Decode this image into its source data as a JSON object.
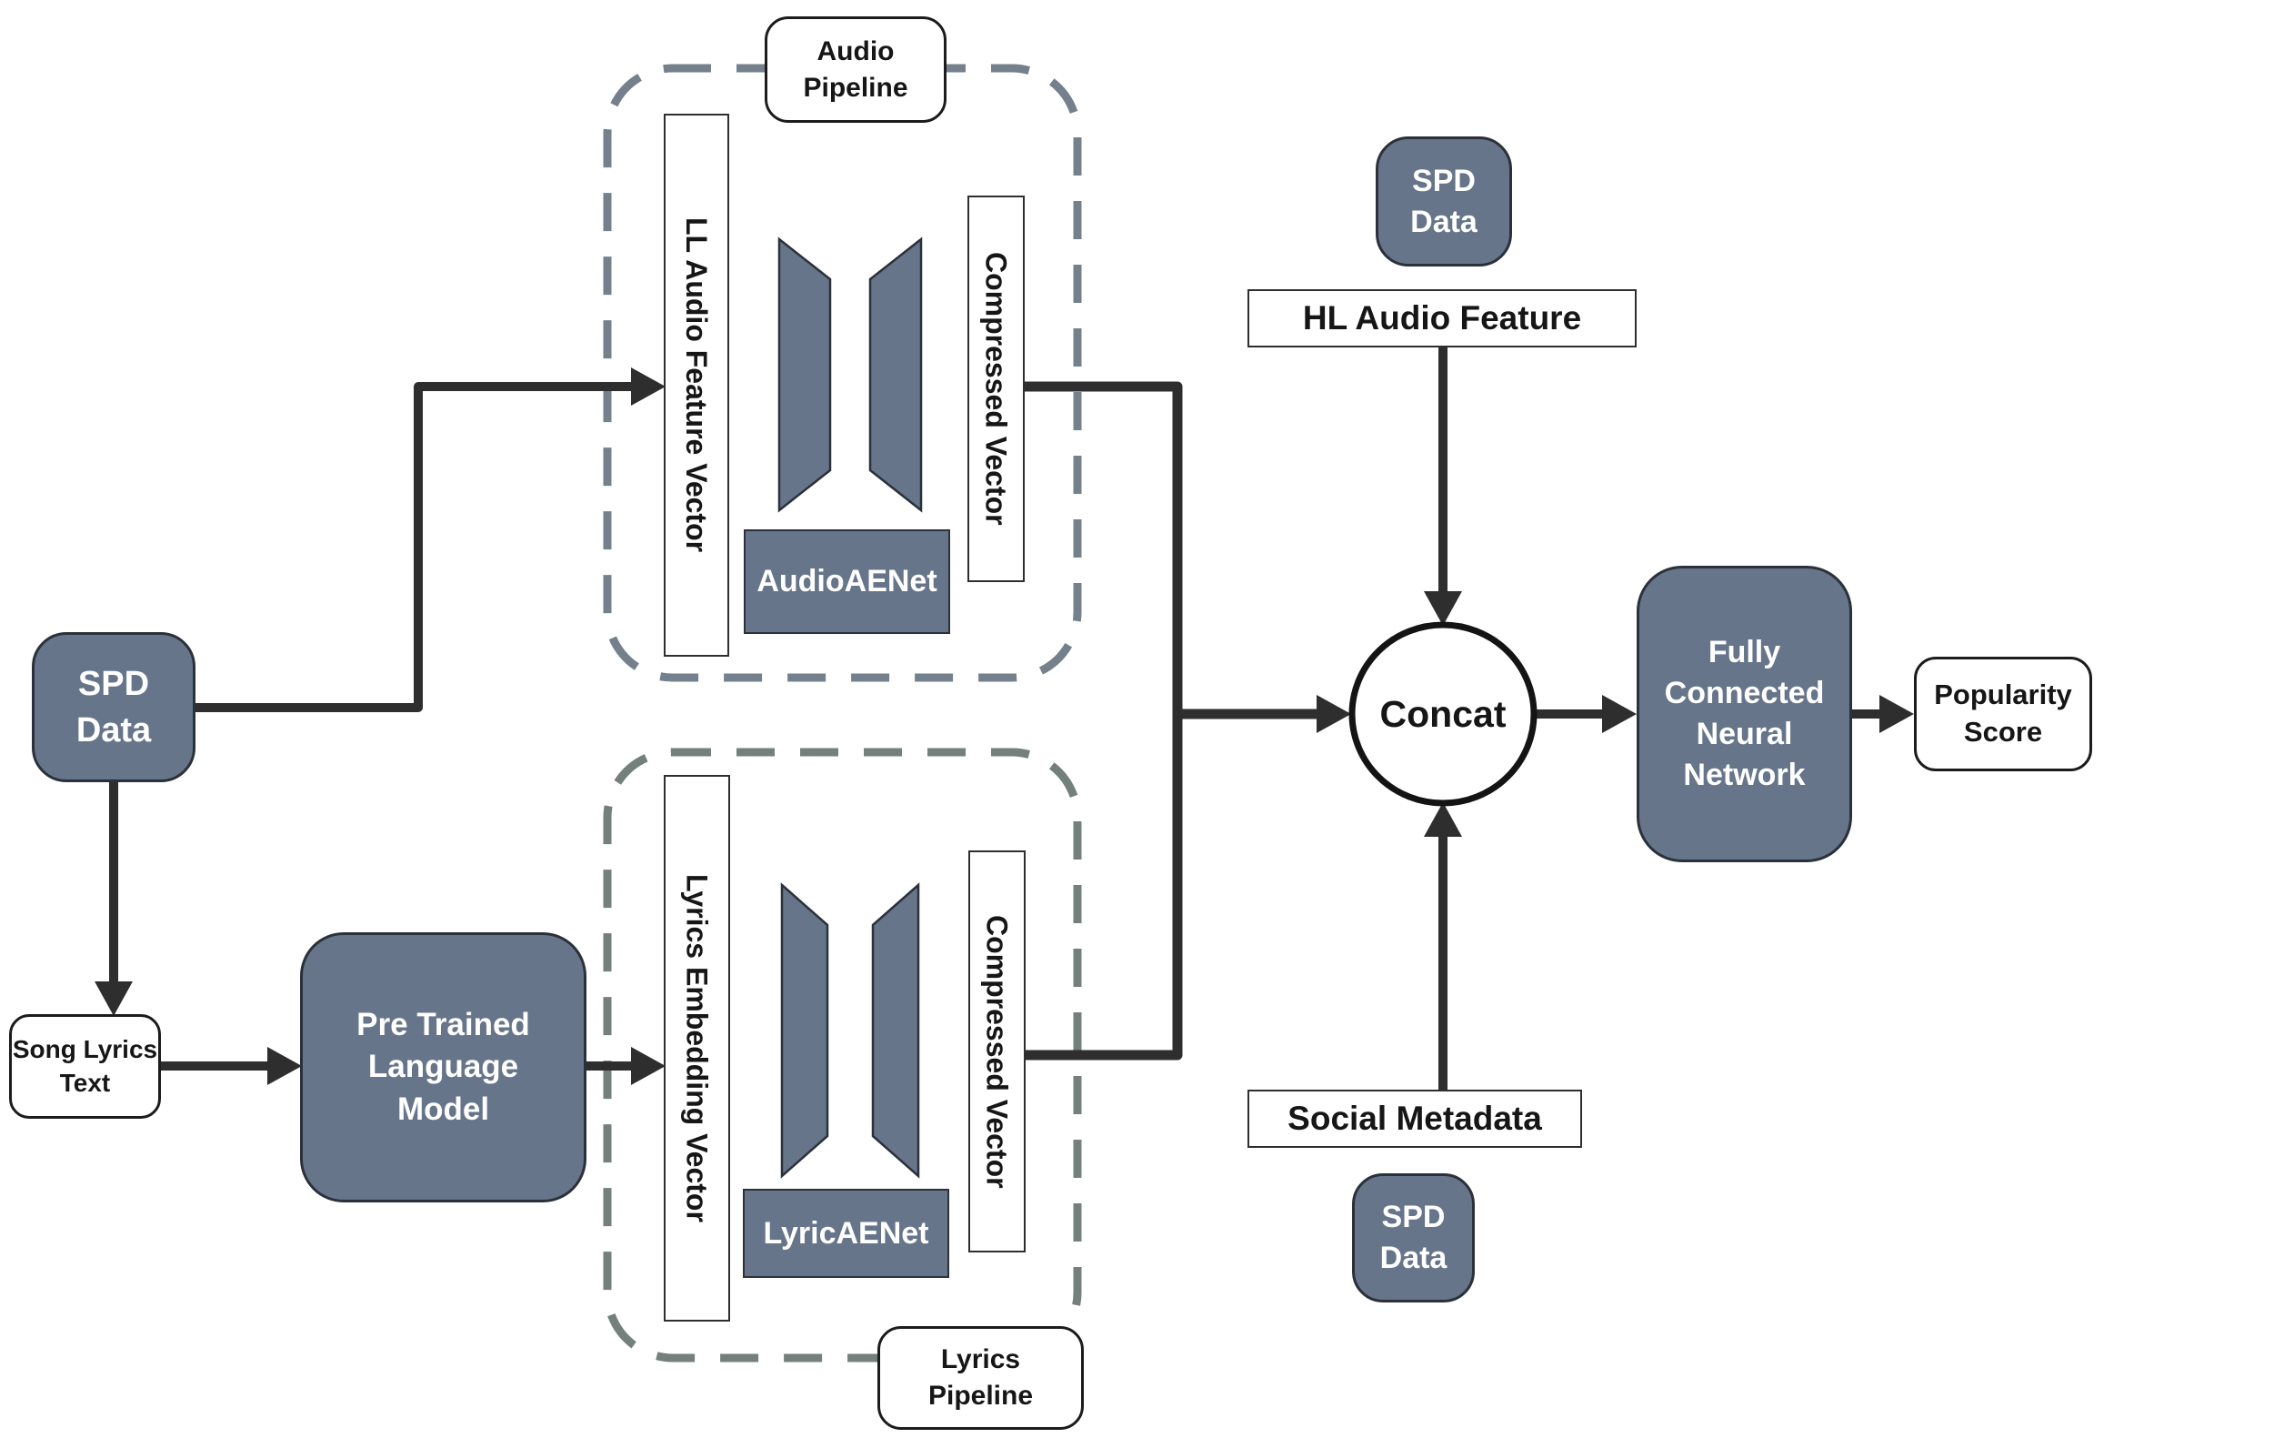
{
  "theme": {
    "slate": "#66758a",
    "slate-border": "#2b313a",
    "arrow": "#2e2e2e",
    "dash-audio": "#74808b",
    "dash-lyrics": "#73807b",
    "outline": "#1c1c1c",
    "text-dark": "#161616",
    "text-light": "#ffffff",
    "bg": "#ffffff"
  },
  "nodes": {
    "spd_left": "SPD\nData",
    "song_lyrics": "Song Lyrics\nText",
    "pre_trained_lm": "Pre Trained\nLanguage\nModel",
    "audio_pipeline_label": "Audio\nPipeline",
    "lyrics_pipeline_label": "Lyrics\nPipeline",
    "ll_audio_feature_vector": "LL Audio Feature Vector",
    "lyrics_embedding_vector": "Lyrics Embedding Vector",
    "audio_aenet": "AudioAENet",
    "lyric_aenet": "LyricAENet",
    "compressed_vector_audio": "Compressed Vector",
    "compressed_vector_lyrics": "Compressed Vector",
    "spd_top": "SPD\nData",
    "hl_audio_feature": "HL Audio Feature",
    "social_metadata": "Social Metadata",
    "spd_bottom": "SPD\nData",
    "concat": "Concat",
    "fcnn": "Fully\nConnected\nNeural\nNetwork",
    "popularity_score": "Popularity\nScore"
  },
  "containers": [
    {
      "label": "Audio Pipeline",
      "contains": [
        "LL Audio Feature Vector",
        "AudioAENet",
        "Compressed Vector"
      ]
    },
    {
      "label": "Lyrics Pipeline",
      "contains": [
        "Lyrics Embedding Vector",
        "LyricAENet",
        "Compressed Vector"
      ]
    }
  ],
  "edges": [
    {
      "from": "SPD Data (left)",
      "to": "LL Audio Feature Vector"
    },
    {
      "from": "SPD Data (left)",
      "to": "Song Lyrics Text"
    },
    {
      "from": "Song Lyrics Text",
      "to": "Pre Trained Language Model"
    },
    {
      "from": "Pre Trained Language Model",
      "to": "Lyrics Embedding Vector"
    },
    {
      "from": "Compressed Vector (audio)",
      "to": "Concat"
    },
    {
      "from": "Compressed Vector (lyrics)",
      "to": "Concat"
    },
    {
      "from": "SPD Data (top)",
      "to": "HL Audio Feature"
    },
    {
      "from": "HL Audio Feature",
      "to": "Concat"
    },
    {
      "from": "SPD Data (bottom)",
      "to": "Social Metadata"
    },
    {
      "from": "Social Metadata",
      "to": "Concat"
    },
    {
      "from": "Concat",
      "to": "Fully Connected Neural Network"
    },
    {
      "from": "Fully Connected Neural Network",
      "to": "Popularity Score"
    }
  ]
}
